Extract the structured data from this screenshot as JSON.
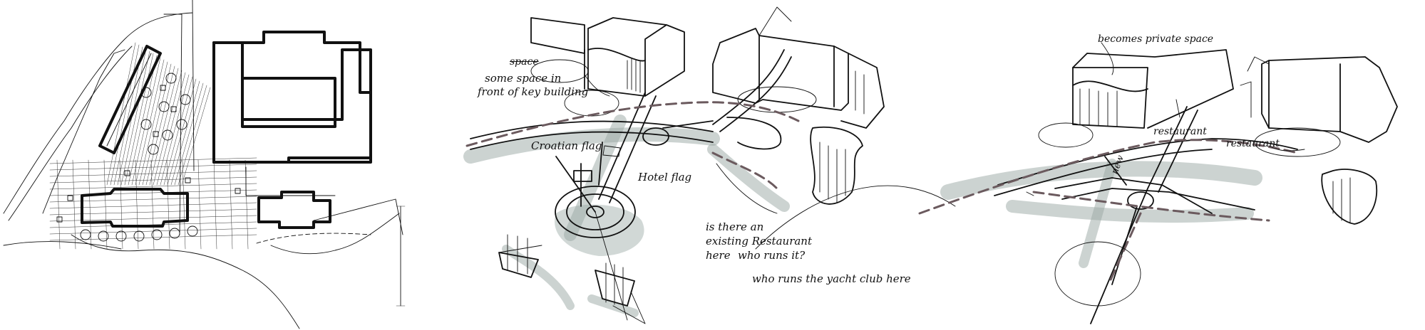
{
  "panels": [
    {
      "id": "site-plan",
      "kind": "plan"
    },
    {
      "id": "axonometric-left",
      "kind": "perspective",
      "annotations": {
        "struck_word": "space",
        "front_space": [
          "some space in",
          "front of key building"
        ],
        "croatian_flag": "Croatian flag",
        "hotel_flag": "Hotel flag",
        "restaurant_question": [
          "is there an",
          "existing Restaurant",
          "here"
        ],
        "who_runs": "who runs it?",
        "yacht_club": "who runs the yacht club here"
      }
    },
    {
      "id": "axonometric-right",
      "kind": "perspective",
      "annotations": {
        "private_space": "becomes private space",
        "restaurant_a": "restaurant",
        "restaurant_b": "restaurant",
        "new": "new"
      }
    }
  ],
  "colors": {
    "ink": "#111111",
    "marker_grey": "#9aa8a3",
    "dashed_path": "#6b5a5e",
    "paper": "#ffffff"
  }
}
